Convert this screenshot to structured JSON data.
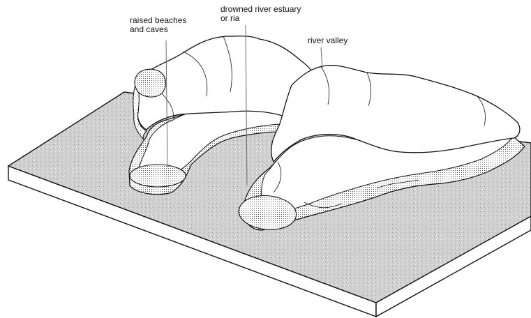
{
  "labels": {
    "raised_beaches": {
      "line1": "raised beaches",
      "line2": "and caves"
    },
    "drowned_estuary": {
      "line1": "drowned river estuary",
      "line2": "or ria"
    },
    "river_valley": {
      "line1": "river valley"
    }
  },
  "colors": {
    "sea": "#c9c9c9",
    "land": "#ffffff",
    "outline": "#111111",
    "stipple": "#555555",
    "leader_line": "#6a6a6a"
  }
}
